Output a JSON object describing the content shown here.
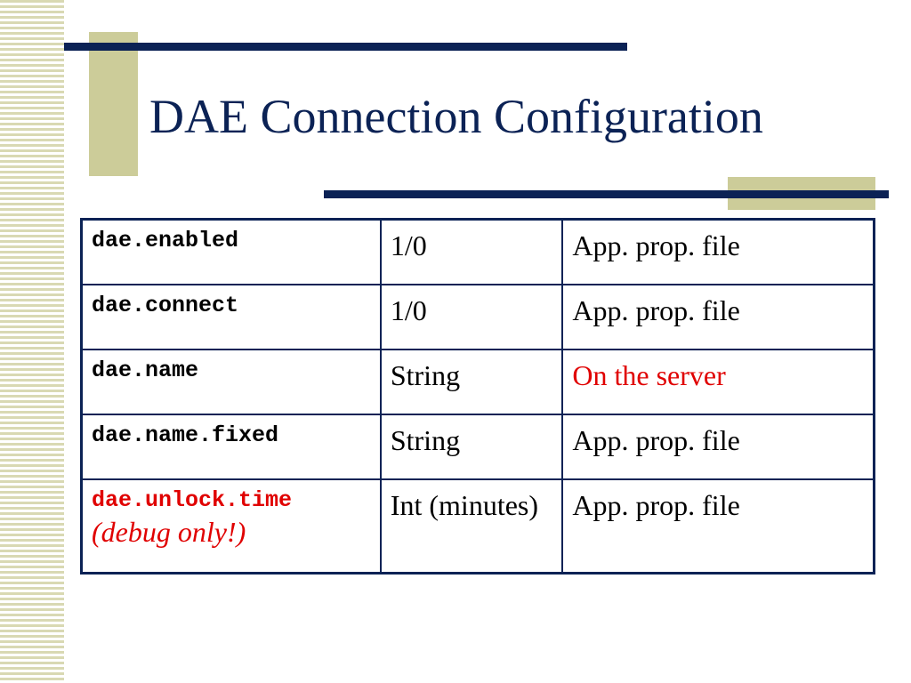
{
  "slide": {
    "title": "DAE Connection Configuration"
  },
  "colors": {
    "navy": "#0b2255",
    "khaki": "#cccc99",
    "warning_red": "#e00000"
  },
  "table": {
    "rows": [
      {
        "key": "dae.enabled",
        "type": "1/0",
        "source": "App. prop. file"
      },
      {
        "key": "dae.connect",
        "type": "1/0",
        "source": "App. prop. file"
      },
      {
        "key": "dae.name",
        "type": "String",
        "source": "On the server"
      },
      {
        "key": "dae.name.fixed",
        "type": "String",
        "source": "App. prop. file"
      },
      {
        "key": "dae.unlock.time",
        "note": "(debug only!)",
        "type": "Int (minutes)",
        "source": "App. prop. file"
      }
    ]
  }
}
